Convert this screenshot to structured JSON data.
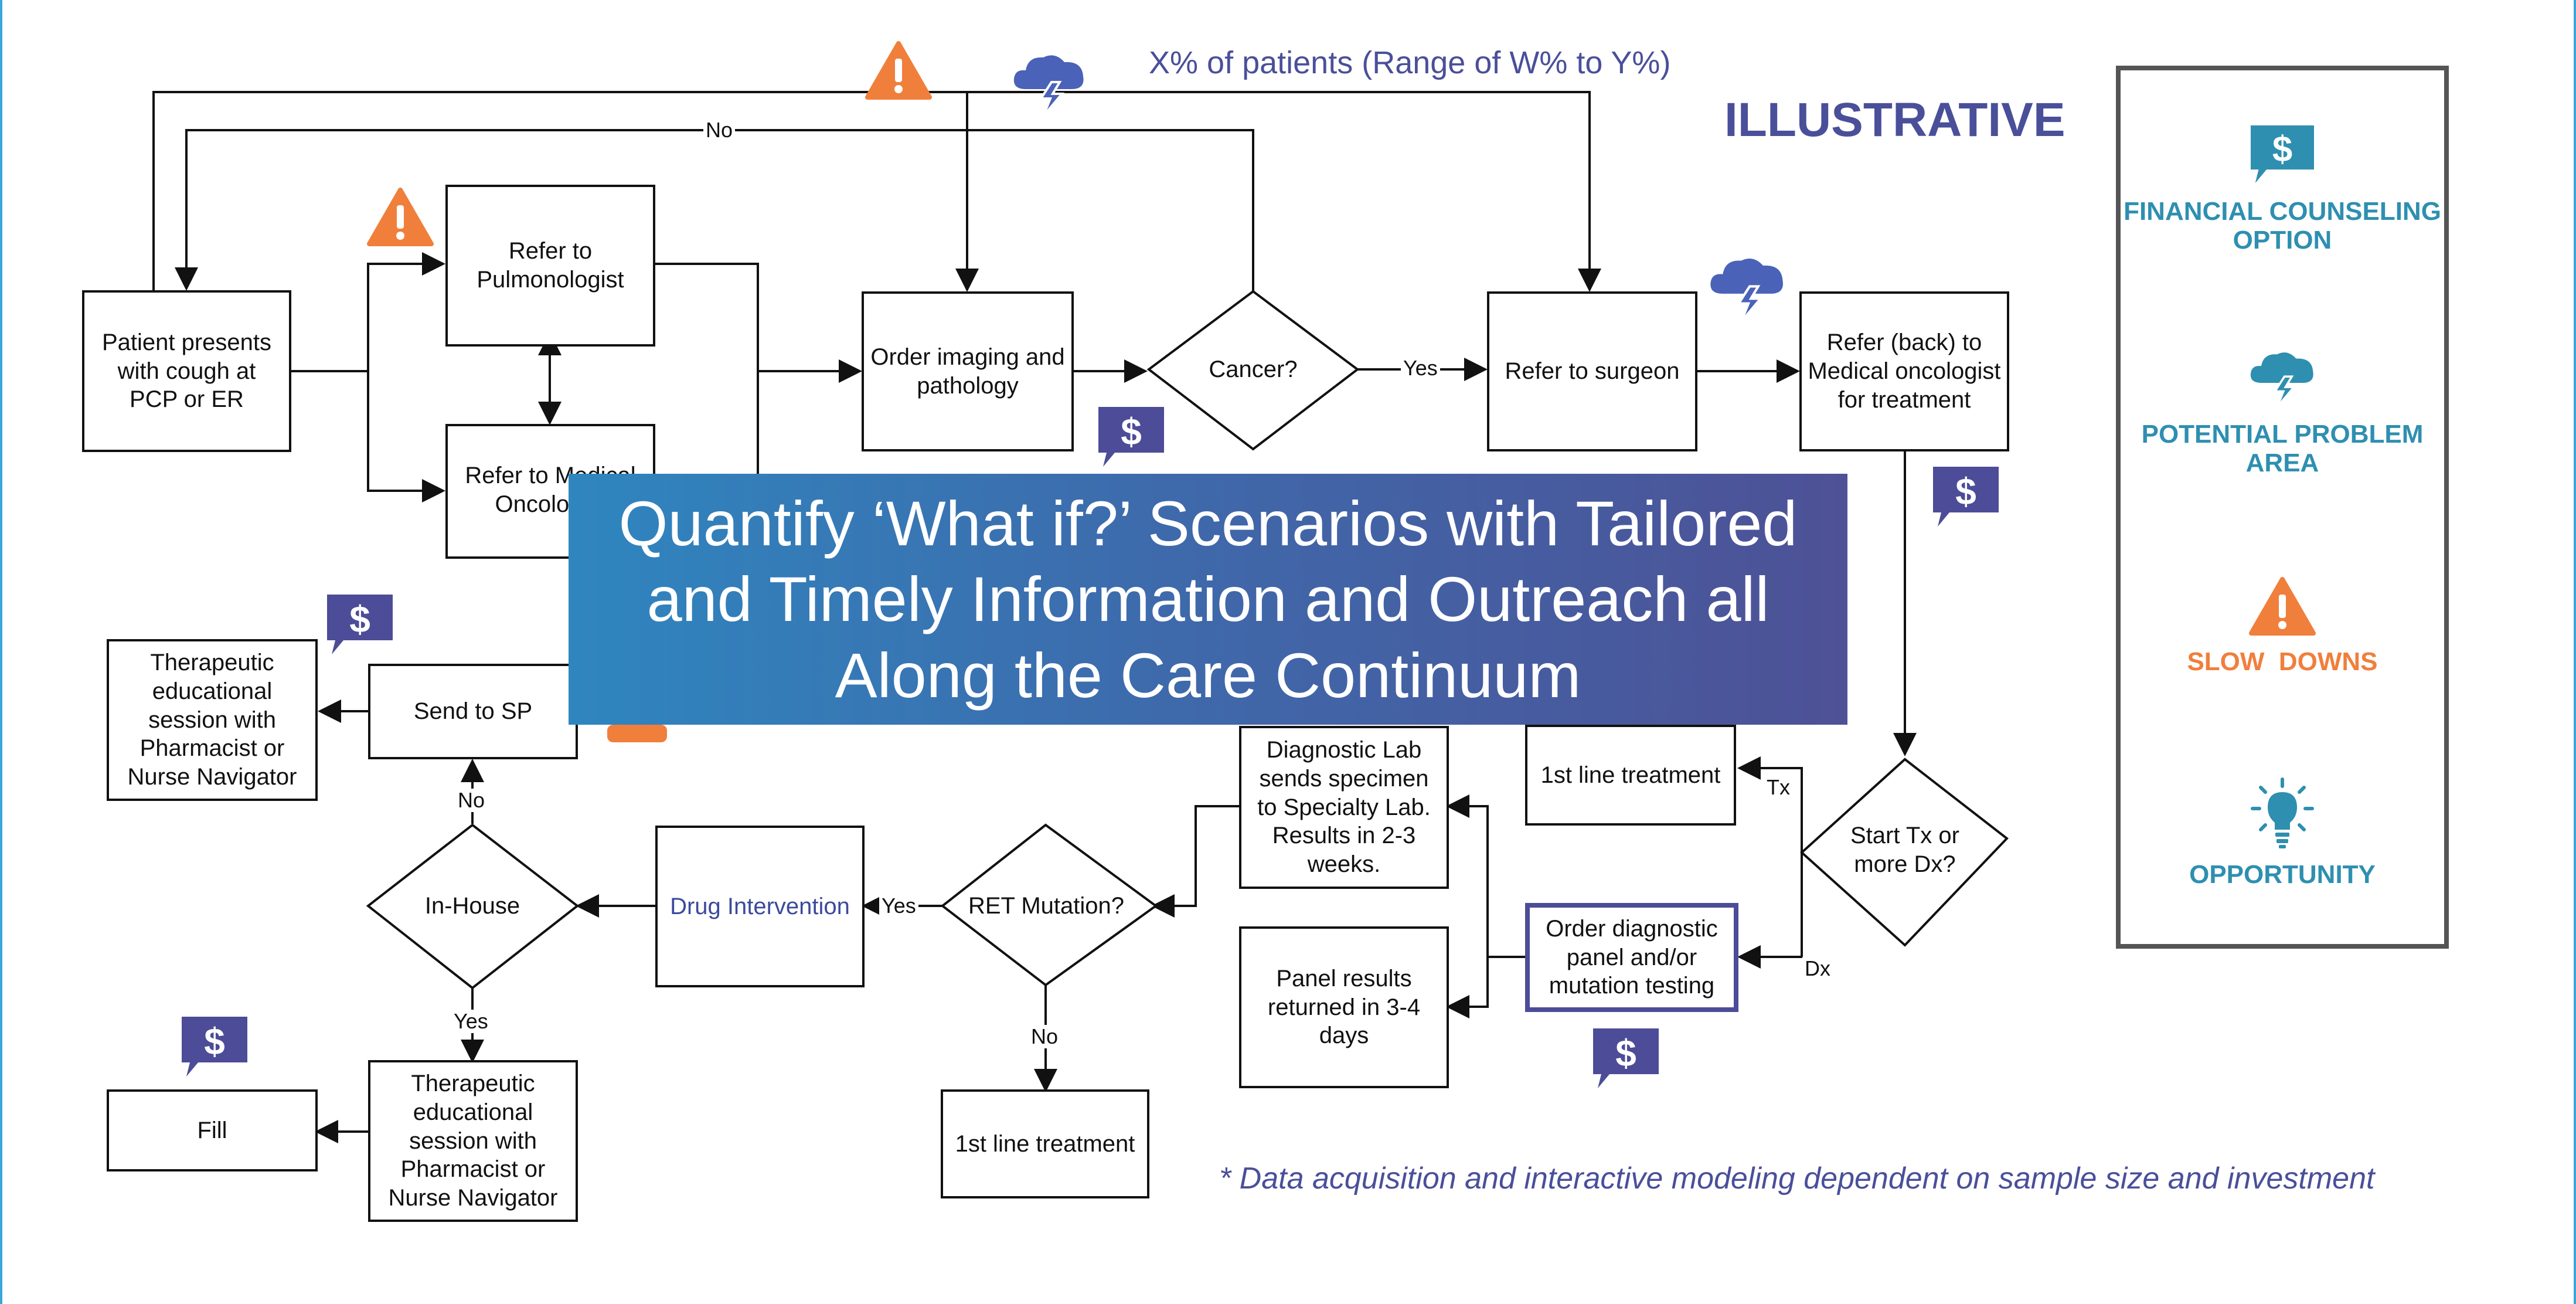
{
  "header": {
    "note": "X% of patients (Range of W% to Y%)",
    "stamp": "ILLUSTRATIVE"
  },
  "nodes": {
    "patient_presents": "Patient presents with cough at PCP or ER",
    "refer_pulmonologist": "Refer to Pulmonologist",
    "refer_med_onc": "Refer to Medical Oncologist",
    "order_imaging": "Order imaging and pathology",
    "cancer_decision": "Cancer?",
    "refer_surgeon": "Refer to surgeon",
    "refer_back": "Refer (back) to Medical oncologist for treatment",
    "start_tx_decision": "Start Tx or more Dx?",
    "first_line_right": "1st line treatment",
    "order_panel": "Order diagnostic panel and/or mutation testing",
    "diag_lab": "Diagnostic Lab sends specimen to Specialty Lab. Results in 2-3 weeks.",
    "panel_results": "Panel results returned in 3-4 days",
    "ret_mutation": "RET Mutation?",
    "first_line_bottom": "1st line treatment",
    "drug_intervention": "Drug Intervention",
    "in_house": "In-House",
    "send_sp": "Send to SP",
    "edu_top": "Therapeutic educational session with Pharmacist or Nurse Navigator",
    "edu_bottom": "Therapeutic educational session with Pharmacist or Nurse Navigator",
    "fill": "Fill"
  },
  "edge_labels": {
    "no_top": "No",
    "yes_cancer": "Yes",
    "tx": "Tx",
    "dx": "Dx",
    "yes_ret": "Yes",
    "no_ret": "No",
    "no_inhouse": "No",
    "yes_inhouse": "Yes"
  },
  "banner": {
    "text": "Quantify ‘What if?’ Scenarios with Tailored and Timely Information and Outreach all Along the Care Continuum"
  },
  "legend": {
    "items": [
      {
        "label": "FINANCIAL COUNSELING OPTION",
        "icon": "dollar-speech-bubble-icon",
        "color": "#2e8fb0"
      },
      {
        "label": "POTENTIAL PROBLEM AREA",
        "icon": "lightning-cloud-icon",
        "color": "#2e8fb0"
      },
      {
        "label": "SLOW  DOWNS",
        "icon": "warning-triangle-icon",
        "color": "#f07f3c"
      },
      {
        "label": "OPPORTUNITY",
        "icon": "lightbulb-icon",
        "color": "#2e8fb0"
      }
    ]
  },
  "footnote": "* Data acquisition and interactive modeling dependent on sample size and investment",
  "colors": {
    "accent_purple": "#4a4f9a",
    "teal": "#2e8fb0",
    "orange": "#f07f3c",
    "banner_start": "#2f86bf",
    "banner_end": "#4e5196"
  }
}
